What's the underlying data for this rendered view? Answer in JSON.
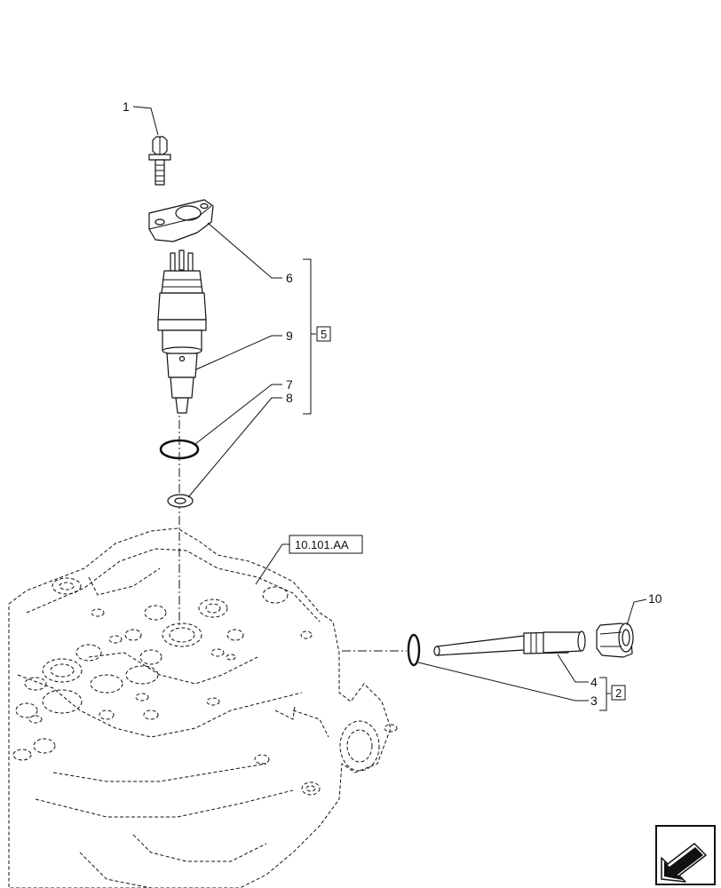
{
  "callouts": {
    "c1": "1",
    "c6": "6",
    "c9": "9",
    "c7": "7",
    "c8": "8",
    "c10": "10",
    "c4": "4",
    "c3": "3"
  },
  "groups": {
    "g5": "5",
    "g2": "2"
  },
  "reference": {
    "label": "10.101.AA"
  },
  "icons": {
    "nav": "arrow-nav-icon"
  }
}
